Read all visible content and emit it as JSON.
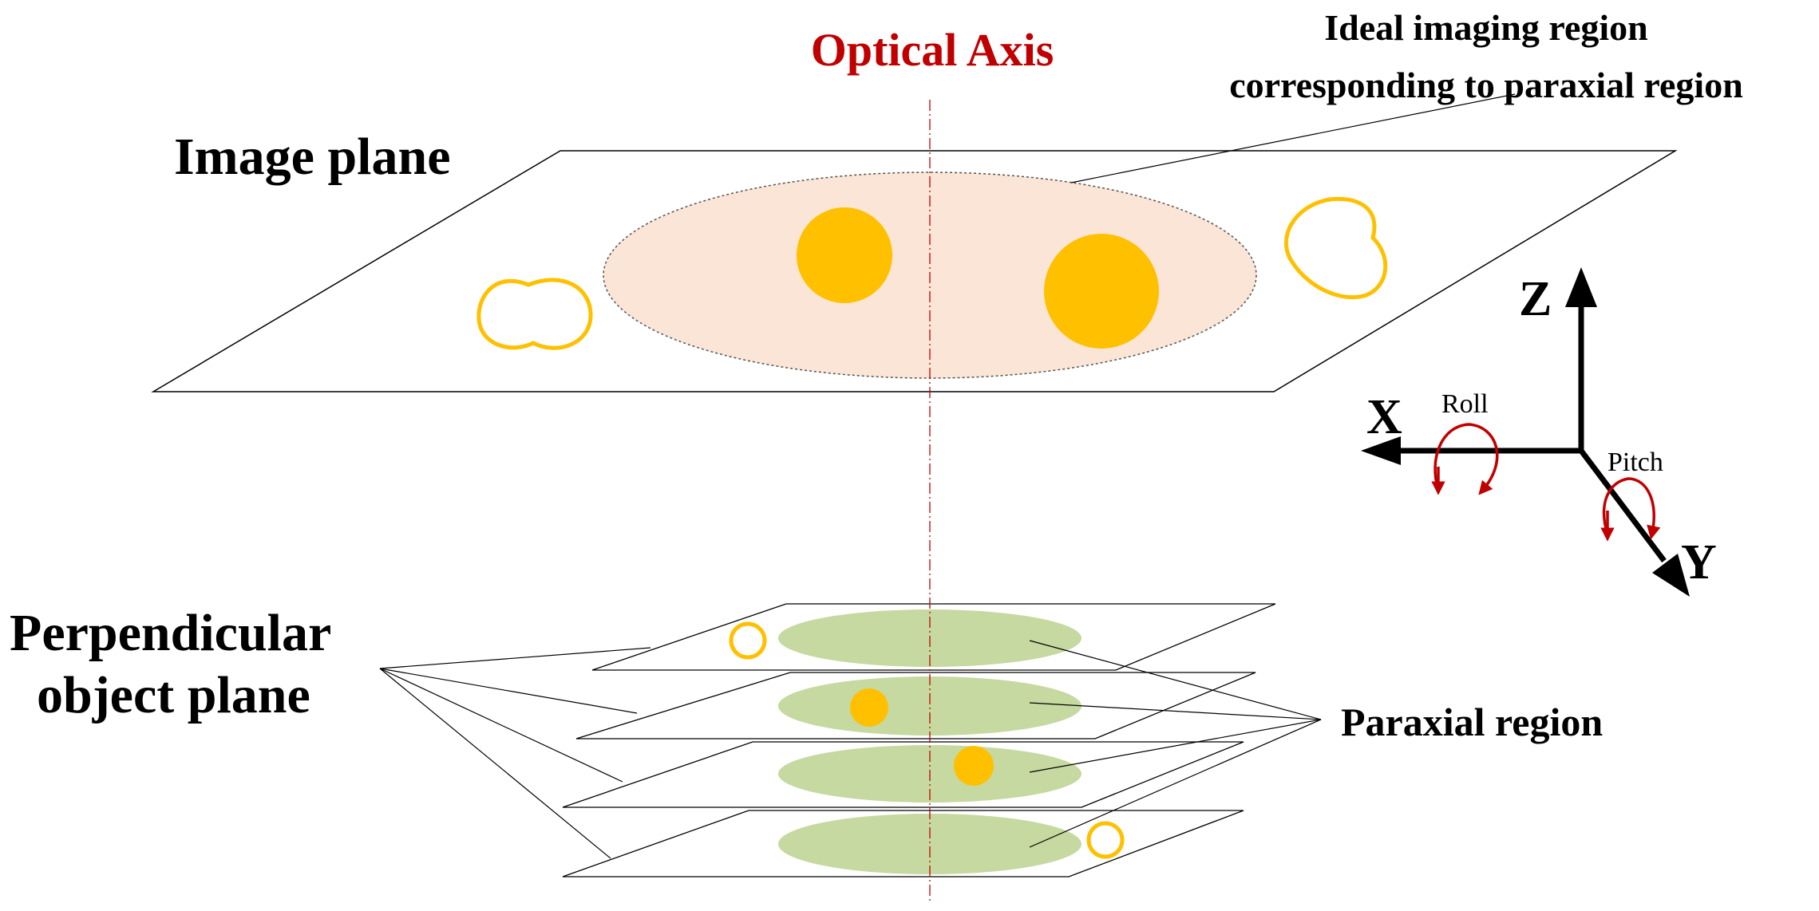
{
  "labels": {
    "optical_axis": "Optical Axis",
    "ideal_region_line1": "Ideal imaging region",
    "ideal_region_line2": "corresponding to paraxial region",
    "image_plane": "Image plane",
    "object_plane_line1": "Perpendicular",
    "object_plane_line2": "object plane",
    "paraxial_region": "Paraxial region"
  },
  "axes": {
    "z": "Z",
    "x": "X",
    "y": "Y",
    "roll": "Roll",
    "pitch": "Pitch"
  },
  "colors": {
    "optical_axis": "#c00000",
    "ideal_region_fill": "#fbe5d6",
    "paraxial_fill": "#c6d9a0",
    "spot": "#ffc000",
    "rotation_arrow": "#c00000",
    "outline": "#000000"
  }
}
